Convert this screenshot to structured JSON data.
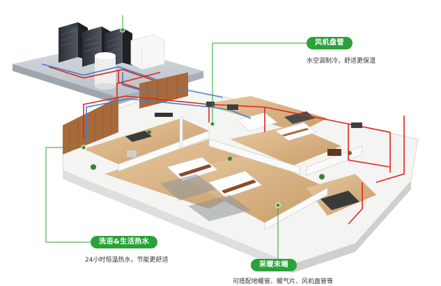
{
  "colors": {
    "accent_green": "#2aa13a",
    "hot_pipe": "#e2231a",
    "cold_pipe": "#3a7fd0",
    "floor_wood": "#d9b98e",
    "wall": "#f4f4f2"
  },
  "callouts": {
    "fan_coil": {
      "title": "风机盘管",
      "desc": "水空调制冷，舒适更保湿"
    },
    "hot_water": {
      "title": "洗浴&生活热水",
      "desc": "24小时恒温热水，节能更舒适"
    },
    "terminal": {
      "title": "采暖末端",
      "desc": "可搭配地暖管、暖气片、风机盘管等"
    }
  },
  "icons": [
    "heat-pump-unit-icon",
    "water-tank-icon",
    "bed-icon",
    "sofa-icon",
    "leader-dot-icon"
  ]
}
